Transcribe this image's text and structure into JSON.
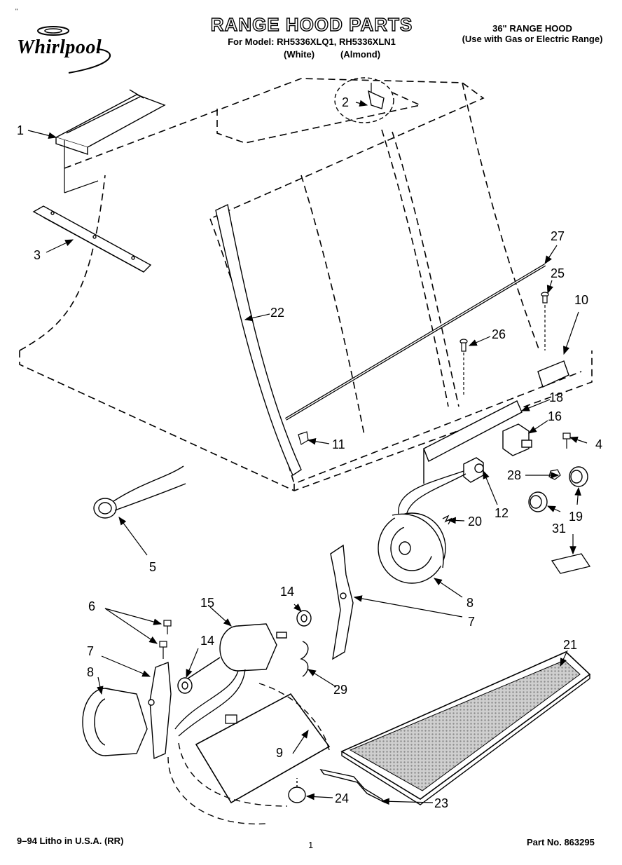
{
  "header": {
    "brand": "Whirlpool",
    "title": "RANGE HOOD PARTS",
    "model_line": "For Model: RH5336XLQ1, RH5336XLN1",
    "variant_white": "(White)",
    "variant_almond": "(Almond)",
    "product_title": "36\" RANGE HOOD",
    "product_subtitle": "(Use with Gas or Electric Range)"
  },
  "corner_mark": "\"",
  "footer": {
    "litho": "9–94 Litho in U.S.A. (RR)",
    "page": "1",
    "part_no": "Part No. 863295"
  },
  "callouts": {
    "c1": "1",
    "c2": "2",
    "c3": "3",
    "c4": "4",
    "c5": "5",
    "c6": "6",
    "c7a": "7",
    "c7b": "7",
    "c8a": "8",
    "c8b": "8",
    "c9": "9",
    "c10": "10",
    "c11": "11",
    "c12": "12",
    "c14a": "14",
    "c14b": "14",
    "c15": "15",
    "c16": "16",
    "c18": "18",
    "c19": "19",
    "c20": "20",
    "c21": "21",
    "c22": "22",
    "c23": "23",
    "c24": "24",
    "c25": "25",
    "c26": "26",
    "c27": "27",
    "c28": "28",
    "c29": "29",
    "c31": "31"
  },
  "colors": {
    "line": "#000000",
    "paper": "#ffffff",
    "filter_fill": "#bdbdbd"
  }
}
